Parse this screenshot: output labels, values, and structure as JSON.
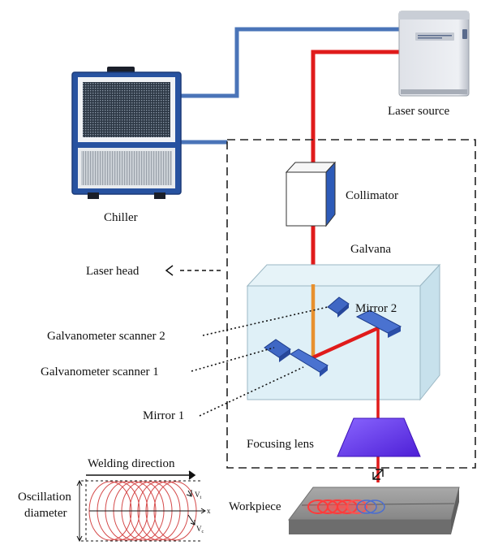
{
  "labels": {
    "laser_source": "Laser source",
    "chiller": "Chiller",
    "collimator": "Collimator",
    "galvana": "Galvana",
    "laser_head": "Laser head",
    "mirror_1": "Mirror 1",
    "mirror_2": "Mirror 2",
    "galvo_scanner_2": "Galvanometer scanner 2",
    "galvo_scanner_1": "Galvanometer scanner 1",
    "focusing_lens": "Focusing lens",
    "workpiece": "Workpiece",
    "welding_direction": "Welding direction",
    "oscillation_line1": "Oscillation",
    "oscillation_line2": "diameter",
    "axis_vt": "V",
    "axis_vt_sub": "t",
    "axis_x": "x",
    "axis_vc": "V",
    "axis_vc_sub": "c"
  },
  "colors": {
    "laser_beam": "#e01b1b",
    "focused_beam": "#e8902e",
    "water_pipe": "#4a74b8",
    "chiller_body": "#2752a0",
    "galvo_box": "#d8eef6",
    "mirror": "#3f67c4",
    "lens": "#6a3df0",
    "dashed_frame": "#222222",
    "oscillation_loops": "#d54a4a",
    "workpiece": "#8f8f8f"
  }
}
